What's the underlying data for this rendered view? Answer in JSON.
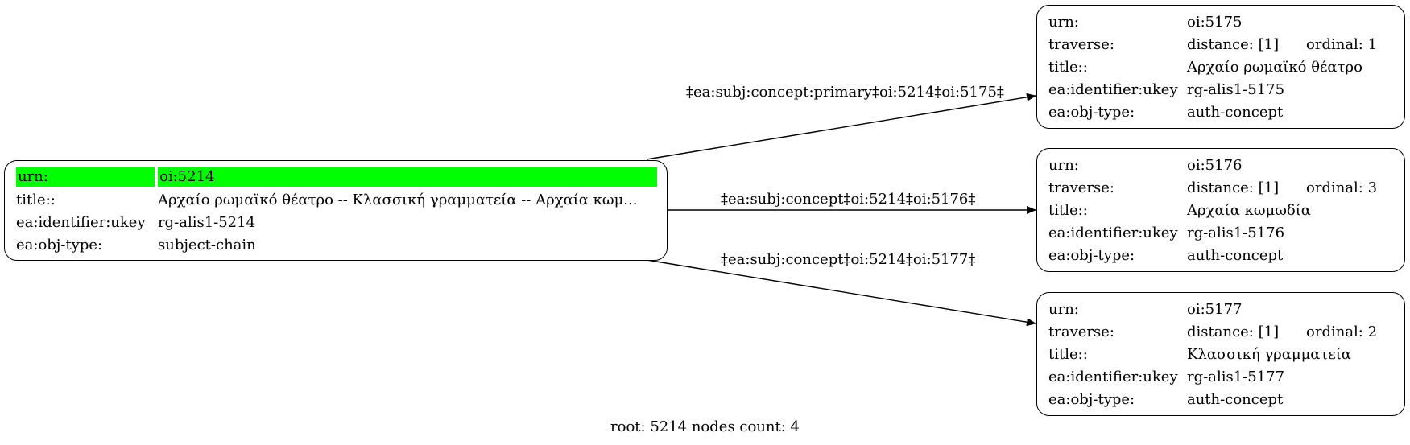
{
  "root_node": {
    "rows": [
      {
        "key": "urn:",
        "value": "oi:5214",
        "highlight": true
      },
      {
        "key": "title::",
        "value": "Αρχαίο ρωμαϊκό θέατρο -- Κλασσική γραμματεία -- Αρχαία κωμ..."
      },
      {
        "key": "ea:identifier:ukey",
        "value": "rg-alis1-5214"
      },
      {
        "key": "ea:obj-type:",
        "value": "subject-chain"
      }
    ],
    "highlight_color": "#00ff00"
  },
  "child_nodes": [
    {
      "urn_key": "urn:",
      "urn": "oi:5175",
      "traverse_key": "traverse:",
      "distance": "distance: [1]",
      "ordinal": "ordinal: 1",
      "title_key": "title::",
      "title": "Αρχαίο ρωμαϊκό θέατρο",
      "ukey_key": "ea:identifier:ukey",
      "ukey": "rg-alis1-5175",
      "type_key": "ea:obj-type:",
      "type": "auth-concept"
    },
    {
      "urn_key": "urn:",
      "urn": "oi:5176",
      "traverse_key": "traverse:",
      "distance": "distance: [1]",
      "ordinal": "ordinal: 3",
      "title_key": "title::",
      "title": "Αρχαία κωμωδία",
      "ukey_key": "ea:identifier:ukey",
      "ukey": "rg-alis1-5176",
      "type_key": "ea:obj-type:",
      "type": "auth-concept"
    },
    {
      "urn_key": "urn:",
      "urn": "oi:5177",
      "traverse_key": "traverse:",
      "distance": "distance: [1]",
      "ordinal": "ordinal: 2",
      "title_key": "title::",
      "title": "Κλασσική γραμματεία",
      "ukey_key": "ea:identifier:ukey",
      "ukey": "rg-alis1-5177",
      "type_key": "ea:obj-type:",
      "type": "auth-concept"
    }
  ],
  "edges": [
    {
      "label": "‡ea:subj:concept:primary‡oi:5214‡oi:5175‡"
    },
    {
      "label": "‡ea:subj:concept‡oi:5214‡oi:5176‡"
    },
    {
      "label": "‡ea:subj:concept‡oi:5214‡oi:5177‡"
    }
  ],
  "footer": "root: 5214 nodes count: 4"
}
